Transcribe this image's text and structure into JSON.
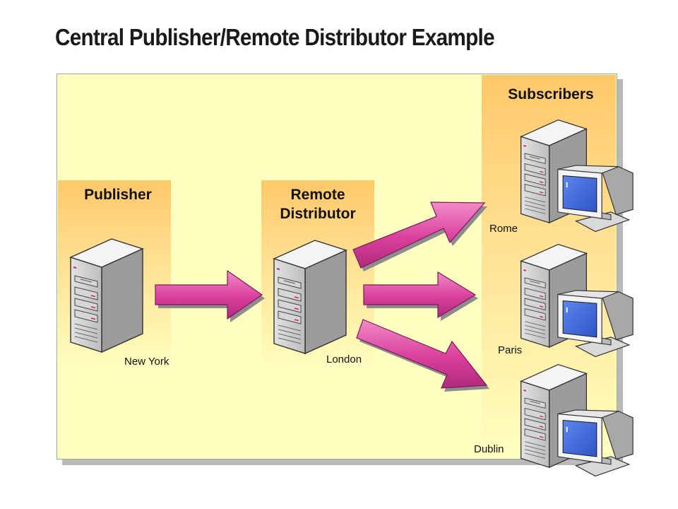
{
  "title": "Central Publisher/Remote Distributor Example",
  "roles": {
    "publisher": "Publisher",
    "distributor_line1": "Remote",
    "distributor_line2": "Distributor",
    "subscribers": "Subscribers"
  },
  "nodes": {
    "publisher_city": "New York",
    "distributor_city": "London",
    "subscriber_cities": [
      "Rome",
      "Paris",
      "Dublin"
    ]
  },
  "icons": {
    "server": "server-tower-icon",
    "workstation": "computer-monitor-icon",
    "arrow": "replication-arrow-icon"
  },
  "colors": {
    "panel": "#ffffc0",
    "column": "#ffc86a",
    "arrow": "#d93f9c",
    "monitor_screen": "#3b63d8"
  }
}
